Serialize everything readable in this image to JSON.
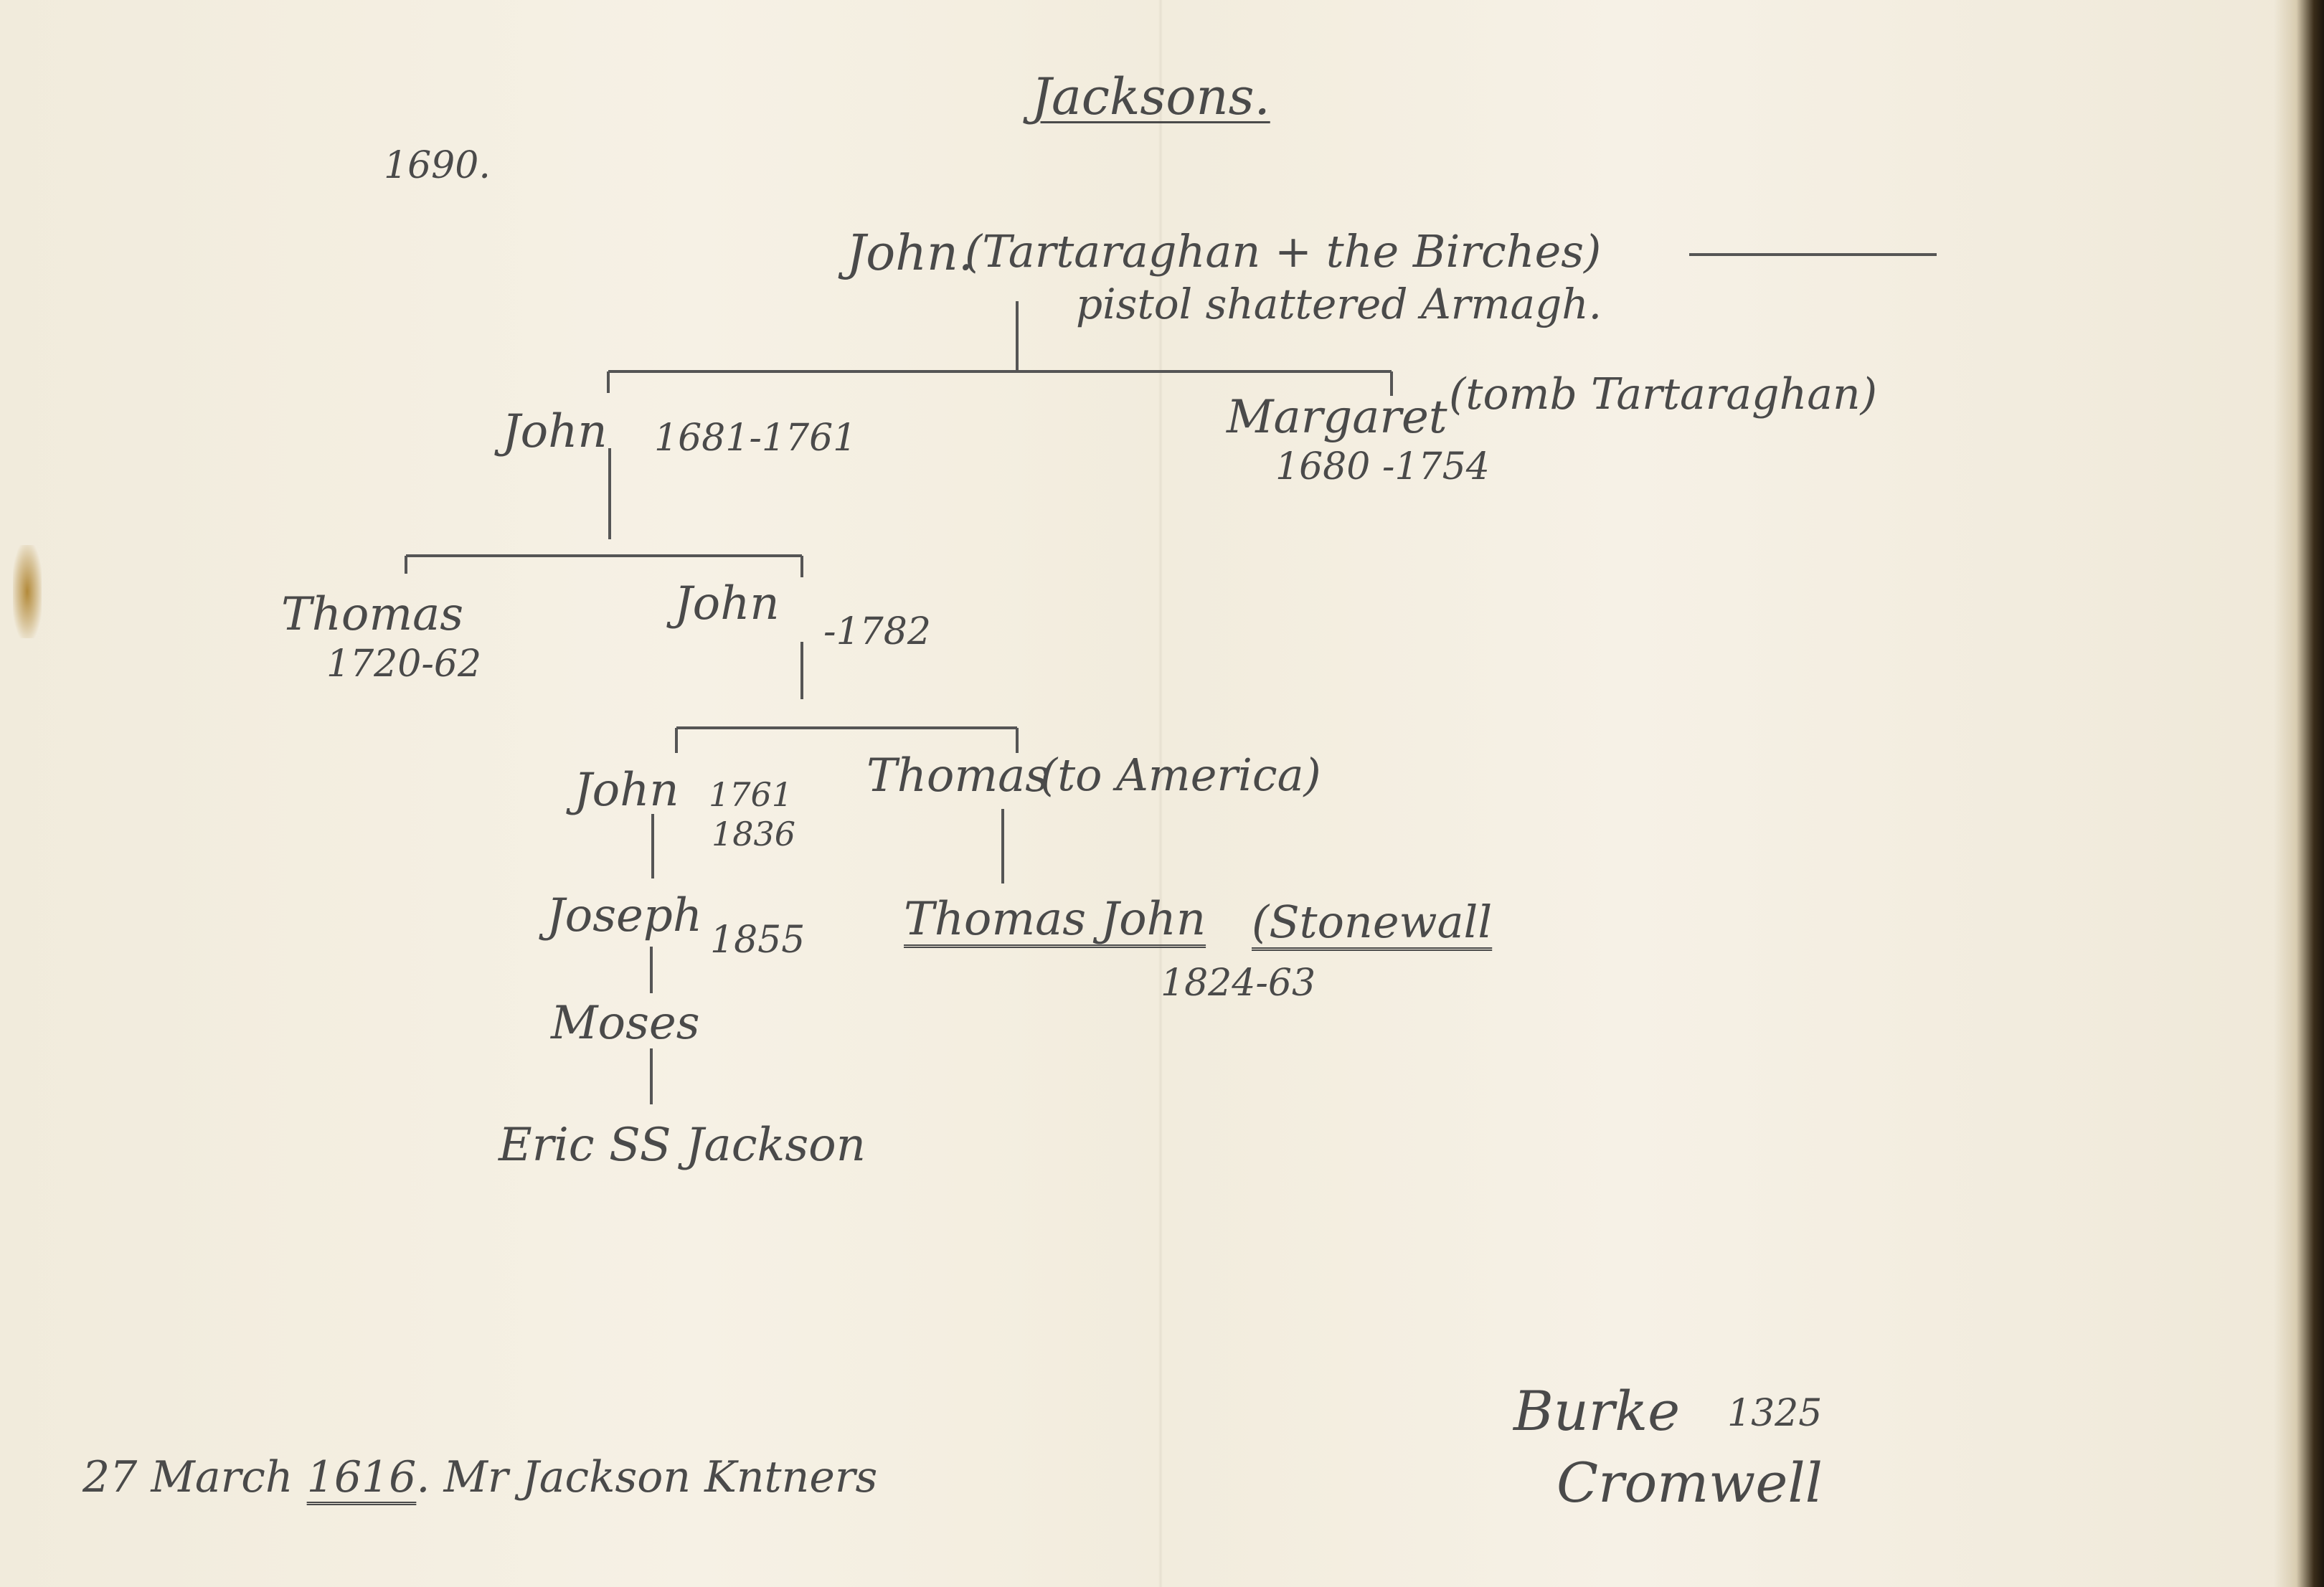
{
  "title": "Jacksons.",
  "year_note": "1690.",
  "people": {
    "root": {
      "name": "John.",
      "note": "(Tartaraghan + the Birches)",
      "sub": "pistol shattered Armagh."
    },
    "john2": {
      "name": "John",
      "dates": "1681-1761"
    },
    "margaret": {
      "name": "Margaret",
      "note": "(tomb Tartaraghan)",
      "dates": "1680 -1754"
    },
    "thomas1": {
      "name": "Thomas",
      "dates": "1720-62"
    },
    "john3": {
      "name": "John",
      "dates": "-1782"
    },
    "john4": {
      "name": "John",
      "dates_a": "1761",
      "dates_b": "1836"
    },
    "thomas2": {
      "name": "Thomas",
      "note": "(to America)"
    },
    "thomas_john": {
      "name": "Thomas John",
      "note": "(Stonewall",
      "dates": "1824-63"
    },
    "joseph": {
      "name": "Joseph",
      "dates": "1855"
    },
    "moses": {
      "name": "Moses"
    },
    "eric": {
      "name": "Eric SS Jackson"
    }
  },
  "footer": {
    "date_note_a": "27 March",
    "date_note_year": "1616",
    "date_note_b": ". Mr Jackson Kntners",
    "burke": "Burke",
    "burke_num": "1325",
    "cromwell": "Cromwell"
  }
}
